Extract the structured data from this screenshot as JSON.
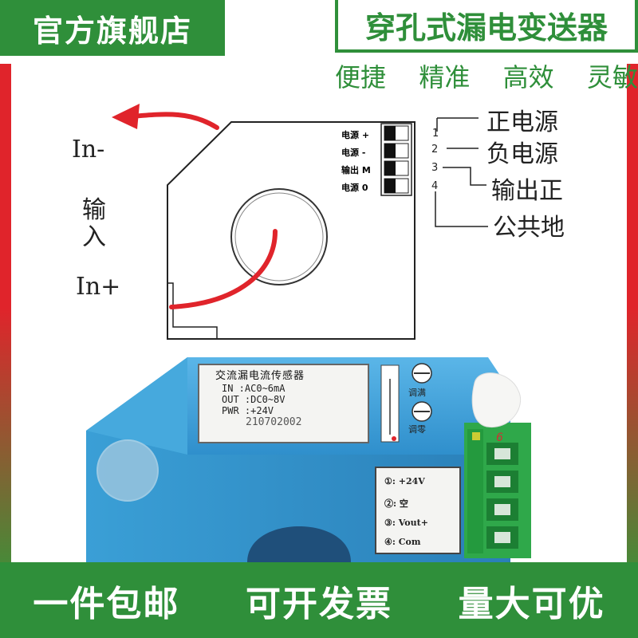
{
  "header": {
    "store_badge": "官方旗舰店",
    "product_title": "穿孔式漏电变送器",
    "features": [
      "便捷",
      "精准",
      "高效",
      "灵敏"
    ]
  },
  "diagram": {
    "input_minus": "In-",
    "input_word_1": "输",
    "input_word_2": "入",
    "input_plus": "In+",
    "terminals": [
      {
        "label": "电源 +",
        "pin": "1",
        "name": "正电源"
      },
      {
        "label": "电源 -",
        "pin": "2",
        "name": "负电源"
      },
      {
        "label": "输出 M",
        "pin": "3",
        "name": "输出正"
      },
      {
        "label": "电源 0",
        "pin": "4",
        "name": "公共地"
      }
    ]
  },
  "device": {
    "plate_title": "交流漏电流传感器",
    "in_row": "IN    :AC0~6mA",
    "out_row": "OUT   :DC0~8V",
    "pwr_row": "PWR   :+24V",
    "serial": "210702002",
    "adj_full": "调满",
    "adj_zero": "调零",
    "terminal_rows": [
      "①: +24V",
      "②: 空",
      "③: Vout+",
      "④: Com"
    ],
    "connector_mark": "6"
  },
  "footer": {
    "items": [
      "一件包邮",
      "可开发票",
      "量大可优"
    ]
  },
  "colors": {
    "brand_green": "#2f8f3a",
    "accent_red": "#e0242b",
    "device_blue": "#3a9fd6",
    "connector_green": "#2fa84a"
  }
}
